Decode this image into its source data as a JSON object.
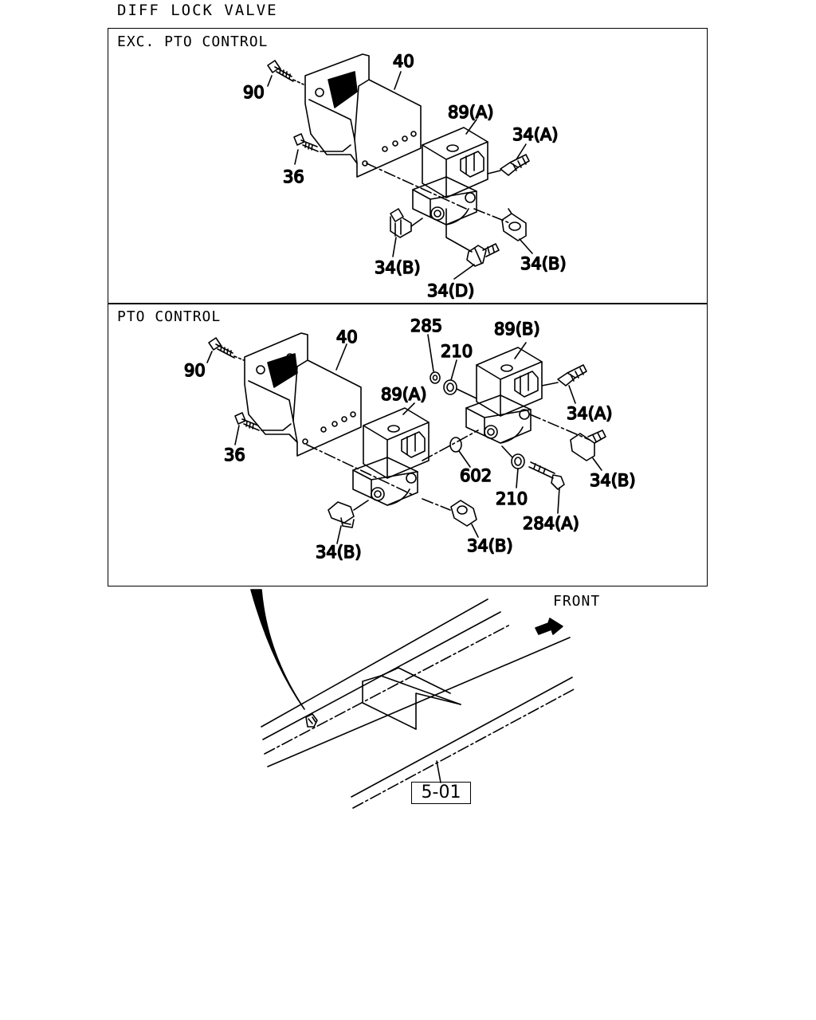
{
  "title": "DIFF LOCK VALVE",
  "panels": {
    "exc_pto": {
      "title": "EXC. PTO CONTROL"
    },
    "pto": {
      "title": "PTO CONTROL"
    }
  },
  "callouts": {
    "top": {
      "c90": "90",
      "c40": "40",
      "c36": "36",
      "c89a": "89(A)",
      "c34a": "34(A)",
      "c34b_left": "34(B)",
      "c34b_right": "34(B)",
      "c34d": "34(D)"
    },
    "bottom": {
      "c90": "90",
      "c40": "40",
      "c36": "36",
      "c285": "285",
      "c89b": "89(B)",
      "c210_top": "210",
      "c89a": "89(A)",
      "c34a": "34(A)",
      "c602": "602",
      "c34b_right": "34(B)",
      "c210_bottom": "210",
      "c284a": "284(A)",
      "c34b_left": "34(B)",
      "c34b_mid": "34(B)"
    }
  },
  "frame": {
    "front_label": "FRONT",
    "reference": "5-01"
  }
}
